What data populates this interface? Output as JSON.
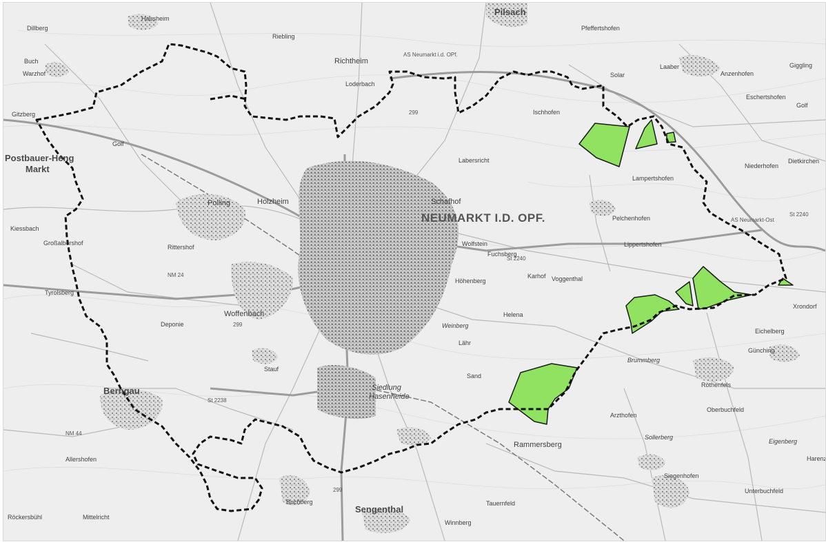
{
  "map": {
    "colors": {
      "background": "#eeeeee",
      "roads": "#b5b5b5",
      "major_roads": "#9c9c9c",
      "settlement": "#8a8a8a",
      "boundary": "#111111",
      "area_fill": "#90e260",
      "area_stroke": "#1a1a1a"
    },
    "labels": {
      "neumarkt": "NEUMARKT I.D. OPF.",
      "postbauer": "Postbauer-Heng",
      "markt": "Markt",
      "berngau": "Berngau",
      "sengenthal": "Sengenthal",
      "pilsach": "Pilsach",
      "woffenbach": "Woffenbach",
      "holzheim": "Holzheim",
      "polling": "Polling",
      "siedlung": "Siedlung",
      "hasenheide": "Hasenheide",
      "hausheim": "Hausheim",
      "dillberg": "Dillberg",
      "buch": "Buch",
      "warzhof": "Warzhof",
      "gitzberg": "Gitzberg",
      "richtheim": "Richtheim",
      "rieblling": "Riebling",
      "loderbach": "Loderbach",
      "labersricht": "Labersricht",
      "schafhof": "Schafhof",
      "wolfstein": "Wolfstein",
      "fuchsberg": "Fuchsberg",
      "karhof": "Karhof",
      "hoehenberg": "Höhenberg",
      "helena": "Helena",
      "lampertshofen": "Lampertshofen",
      "pelchenhofen": "Pelchenhofen",
      "lippertshofen": "Lippertshofen",
      "niederhofen": "Niederhofen",
      "dietkirchen": "Dietkirchen",
      "laaber": "Laaber",
      "anzenhofen": "Anzenhofen",
      "giggling": "Giggling",
      "eschertshofen": "Eschertshofen",
      "pfeffertshofen": "Pfeffertshofen",
      "ischhofen": "Ischhofen",
      "voggenthal": "Voggenthal",
      "xrondorf": "Xrondorf",
      "guenching": "Günching",
      "eichelberg": "Eichelberg",
      "rothenfels": "Röthenfels",
      "oberbuchfeld": "Oberbuchfeld",
      "unterbuchfeld": "Unterbuchfeld",
      "arzthofen": "Arzthofen",
      "siegenhofen": "Siegenhofen",
      "rammersberg": "Rammersberg",
      "tauernfeld": "Tauernfeld",
      "winnberg": "Winnberg",
      "buchberg": "Buchberg",
      "rittershof": "Rittershof",
      "staufer": "Stauf",
      "lahr": "Lähr",
      "sand": "Sand",
      "grossalbrl": "Großalbershof",
      "boeckersbuehl": "Röckersbühl",
      "mittelricht": "Mittelricht",
      "allershofen": "Allershofen",
      "tyrolsberg": "Tyrolsberg",
      "kiessbach": "Kiessbach",
      "golf1": "Golf",
      "golf2": "Golf",
      "deponie": "Deponie",
      "solar": "Solar",
      "roads_nm24": "NM 24",
      "roads_st2240": "St 2240",
      "roads_st2238": "St 2238",
      "roads_nm44": "NM 44",
      "roads_299": "299",
      "roads_as_neumarkt_ost": "AS Neumarkt-Ost",
      "roads_as_neumarkt_opf": "AS Neumarkt i.d. OPf.",
      "weinberg": "Weinberg",
      "brummberg": "Brummberg",
      "sollerberg": "Sollerberg",
      "eigenberg": "Eigenberg",
      "harenzhofen": "Harenzhofen"
    }
  }
}
